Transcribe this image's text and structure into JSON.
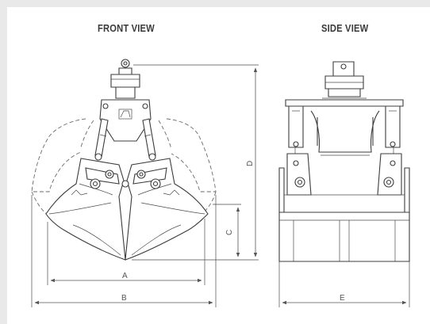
{
  "views": {
    "front": {
      "title": "FRONT VIEW"
    },
    "side": {
      "title": "SIDE VIEW"
    }
  },
  "dimensions": {
    "a": "A",
    "b": "B",
    "c": "C",
    "d": "D",
    "e": "E"
  },
  "colors": {
    "background": "#e9e9e9",
    "card": "#ffffff",
    "linework": "#3c3c3c"
  }
}
